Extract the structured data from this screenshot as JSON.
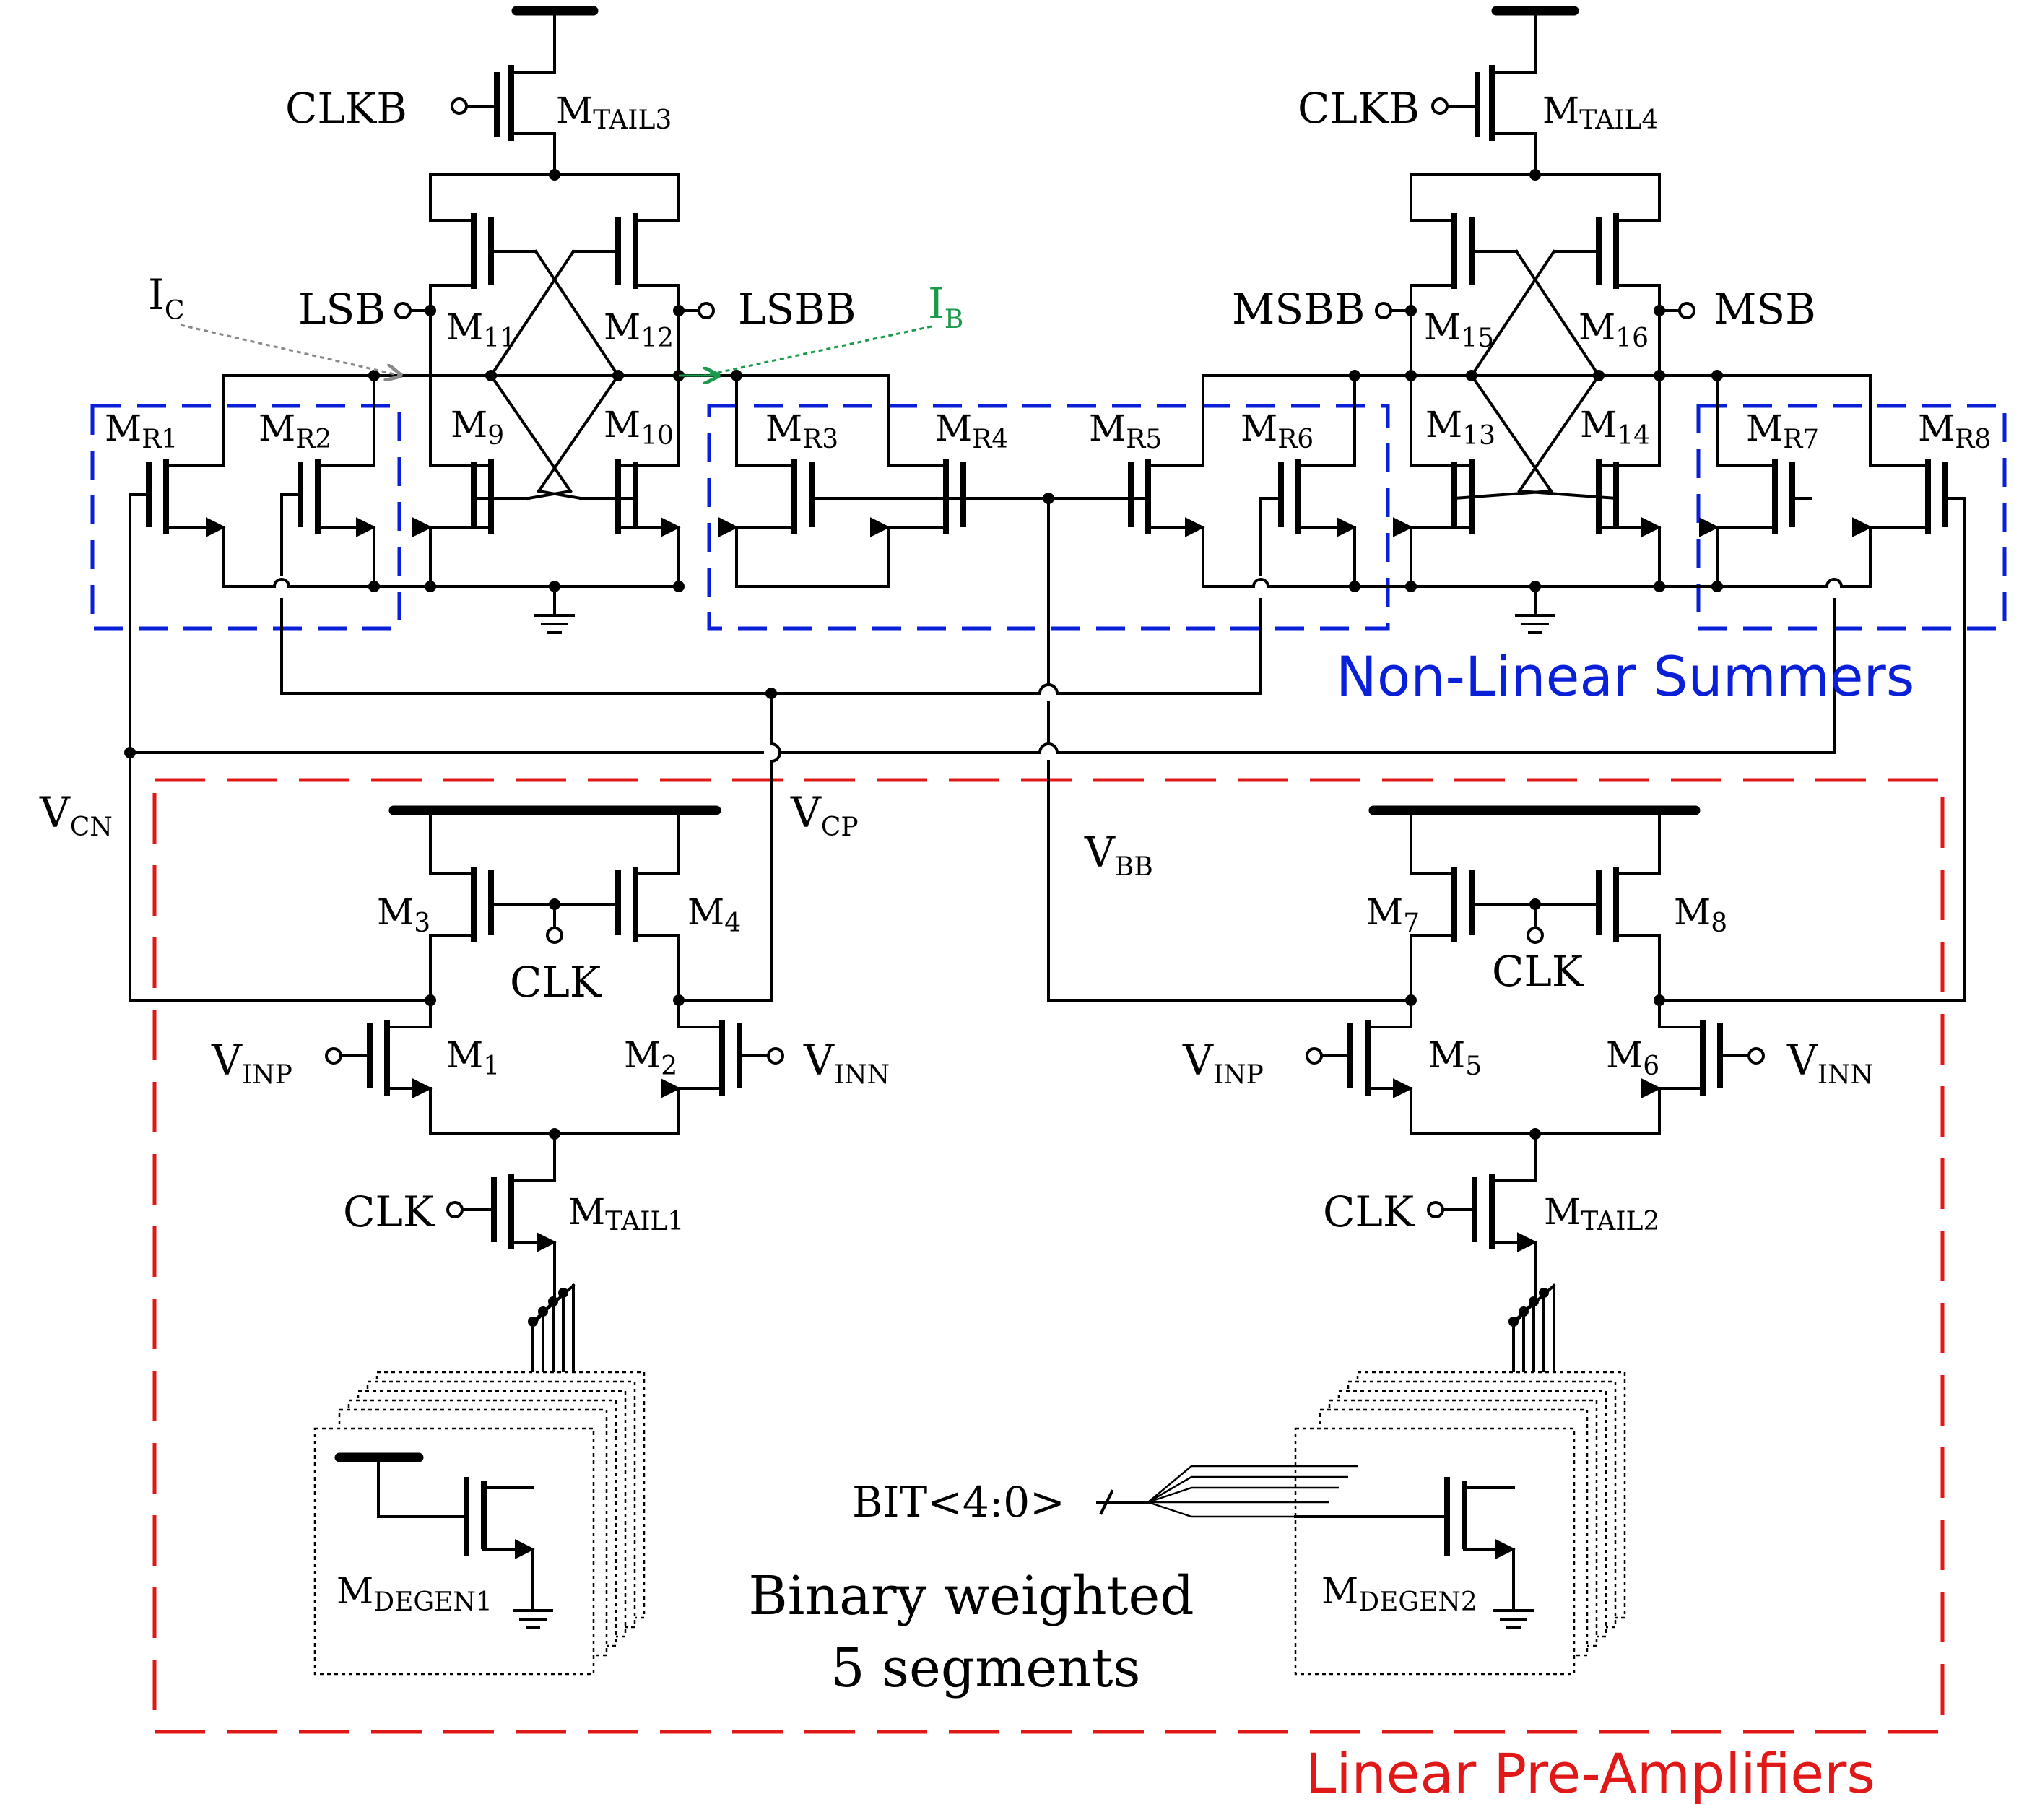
{
  "labels": {
    "clkb_left": "CLKB",
    "clkb_right": "CLKB",
    "lsb": "LSB",
    "lsbb": "LSBB",
    "msbb": "MSBB",
    "msb": "MSB",
    "clk_m3m4": "CLK",
    "clk_m7m8": "CLK",
    "clk_tail1": "CLK",
    "clk_tail2": "CLK",
    "vinp_left": "V",
    "vinp_left_sub": "INP",
    "vinn_left": "V",
    "vinn_left_sub": "INN",
    "vinp_right": "V",
    "vinp_right_sub": "INP",
    "vinn_right": "V",
    "vinn_right_sub": "INN",
    "vcn": "V",
    "vcn_sub": "CN",
    "vcp": "V",
    "vcp_sub": "CP",
    "vbb": "V",
    "vbb_sub": "BB",
    "ic": "I",
    "ic_sub": "C",
    "ib": "I",
    "ib_sub": "B",
    "bit_bus": "BIT<4:0>",
    "binary_line1": "Binary weighted",
    "binary_line2": "5 segments"
  },
  "transistors": {
    "mtail3": {
      "name": "M",
      "sub": "TAIL3"
    },
    "mtail4": {
      "name": "M",
      "sub": "TAIL4"
    },
    "m11": {
      "name": "M",
      "sub": "11"
    },
    "m12": {
      "name": "M",
      "sub": "12"
    },
    "m15": {
      "name": "M",
      "sub": "15"
    },
    "m16": {
      "name": "M",
      "sub": "16"
    },
    "m9": {
      "name": "M",
      "sub": "9"
    },
    "m10": {
      "name": "M",
      "sub": "10"
    },
    "m13": {
      "name": "M",
      "sub": "13"
    },
    "m14": {
      "name": "M",
      "sub": "14"
    },
    "mr1": {
      "name": "M",
      "sub": "R1"
    },
    "mr2": {
      "name": "M",
      "sub": "R2"
    },
    "mr3": {
      "name": "M",
      "sub": "R3"
    },
    "mr4": {
      "name": "M",
      "sub": "R4"
    },
    "mr5": {
      "name": "M",
      "sub": "R5"
    },
    "mr6": {
      "name": "M",
      "sub": "R6"
    },
    "mr7": {
      "name": "M",
      "sub": "R7"
    },
    "mr8": {
      "name": "M",
      "sub": "R8"
    },
    "m3": {
      "name": "M",
      "sub": "3"
    },
    "m4": {
      "name": "M",
      "sub": "4"
    },
    "m7": {
      "name": "M",
      "sub": "7"
    },
    "m8": {
      "name": "M",
      "sub": "8"
    },
    "m1": {
      "name": "M",
      "sub": "1"
    },
    "m2": {
      "name": "M",
      "sub": "2"
    },
    "m5": {
      "name": "M",
      "sub": "5"
    },
    "m6": {
      "name": "M",
      "sub": "6"
    },
    "mtail1": {
      "name": "M",
      "sub": "TAIL1"
    },
    "mtail2": {
      "name": "M",
      "sub": "TAIL2"
    },
    "mdegen1": {
      "name": "M",
      "sub": "DEGEN1"
    },
    "mdegen2": {
      "name": "M",
      "sub": "DEGEN2"
    }
  },
  "regions": {
    "summers": "Non-Linear Summers",
    "preamps": "Linear Pre-Amplifiers"
  },
  "colors": {
    "summers_box": "#0a1fd8",
    "preamps_box": "#e01818",
    "ib_arrow": "#1a9a4a",
    "ic_arrow": "#999999"
  }
}
